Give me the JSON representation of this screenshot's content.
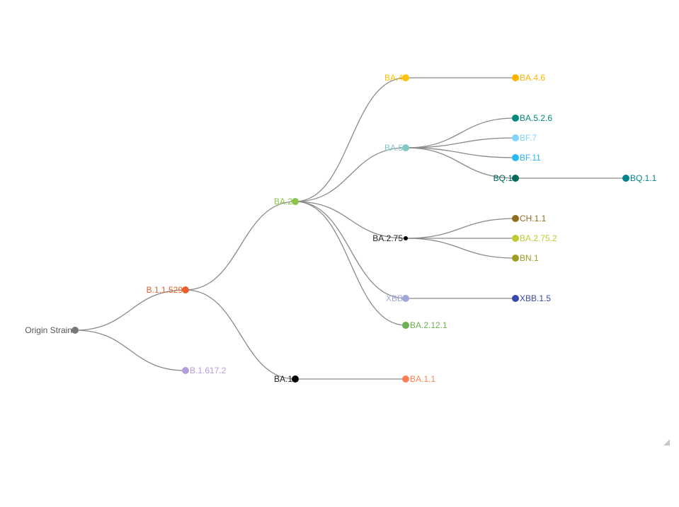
{
  "diagram": {
    "type": "tree",
    "link_color": "#8a8a8a",
    "nodes": [
      {
        "id": "origin",
        "label": "Origin Strain",
        "color": "#777777",
        "label_color": "#555555",
        "depth": 0,
        "label_side": "left"
      },
      {
        "id": "b11529",
        "label": "B.1.1.529",
        "color": "#e8612c",
        "label_color": "#e8612c",
        "depth": 1,
        "parent": "origin",
        "label_side": "left"
      },
      {
        "id": "b16172",
        "label": "B.1.617.2",
        "color": "#b39ddb",
        "label_color": "#b39ddb",
        "depth": 1,
        "parent": "origin",
        "label_side": "right"
      },
      {
        "id": "ba2",
        "label": "BA.2",
        "color": "#8bc34a",
        "label_color": "#8bc34a",
        "depth": 2,
        "parent": "b11529",
        "label_side": "left"
      },
      {
        "id": "ba1",
        "label": "BA.1",
        "color": "#000000",
        "label_color": "#222222",
        "depth": 2,
        "parent": "b11529",
        "label_side": "left"
      },
      {
        "id": "ba4",
        "label": "BA.4",
        "color": "#ffc107",
        "label_color": "#ffc107",
        "depth": 3,
        "parent": "ba2",
        "label_side": "left"
      },
      {
        "id": "ba5",
        "label": "BA.5",
        "color": "#80cbc4",
        "label_color": "#80cbc4",
        "depth": 3,
        "parent": "ba2",
        "label_side": "left"
      },
      {
        "id": "ba275",
        "label": "BA.2.75",
        "color": "#000000",
        "label_color": "#222222",
        "depth": 3,
        "parent": "ba2",
        "label_side": "left",
        "small": true
      },
      {
        "id": "xbb",
        "label": "XBB",
        "color": "#9fa8da",
        "label_color": "#9fa8da",
        "depth": 3,
        "parent": "ba2",
        "label_side": "left"
      },
      {
        "id": "ba2121",
        "label": "BA.2.12.1",
        "color": "#6ab04c",
        "label_color": "#6ab04c",
        "depth": 3,
        "parent": "ba2",
        "label_side": "right"
      },
      {
        "id": "ba11",
        "label": "BA.1.1",
        "color": "#ff7f50",
        "label_color": "#ff7f50",
        "depth": 3,
        "parent": "ba1",
        "label_side": "right"
      },
      {
        "id": "ba46",
        "label": "BA.4.6",
        "color": "#ffb300",
        "label_color": "#ffb300",
        "depth": 4,
        "parent": "ba4",
        "label_side": "right"
      },
      {
        "id": "ba526",
        "label": "BA.5.2.6",
        "color": "#00897b",
        "label_color": "#00897b",
        "depth": 4,
        "parent": "ba5",
        "label_side": "right"
      },
      {
        "id": "bf7",
        "label": "BF.7",
        "color": "#81d4fa",
        "label_color": "#81d4fa",
        "depth": 4,
        "parent": "ba5",
        "label_side": "right"
      },
      {
        "id": "bf11",
        "label": "BF.11",
        "color": "#29b6f6",
        "label_color": "#29b6f6",
        "depth": 4,
        "parent": "ba5",
        "label_side": "right"
      },
      {
        "id": "bq1",
        "label": "BQ.1",
        "color": "#00695c",
        "label_color": "#00695c",
        "depth": 4,
        "parent": "ba5",
        "label_side": "left"
      },
      {
        "id": "ch11",
        "label": "CH.1.1",
        "color": "#8d6e1f",
        "label_color": "#8d6e1f",
        "depth": 4,
        "parent": "ba275",
        "label_side": "right"
      },
      {
        "id": "ba2752",
        "label": "BA.2.75.2",
        "color": "#c0ca33",
        "label_color": "#c0ca33",
        "depth": 4,
        "parent": "ba275",
        "label_side": "right"
      },
      {
        "id": "bn1",
        "label": "BN.1",
        "color": "#9e9d24",
        "label_color": "#9e9d24",
        "depth": 4,
        "parent": "ba275",
        "label_side": "right"
      },
      {
        "id": "xbb15",
        "label": "XBB.1.5",
        "color": "#3949ab",
        "label_color": "#3949ab",
        "depth": 4,
        "parent": "xbb",
        "label_side": "right"
      },
      {
        "id": "bq11",
        "label": "BQ.1.1",
        "color": "#00838f",
        "label_color": "#00838f",
        "depth": 5,
        "parent": "bq1",
        "label_side": "right"
      }
    ]
  },
  "icons": {
    "resize_grip": "resize-grip-icon"
  }
}
